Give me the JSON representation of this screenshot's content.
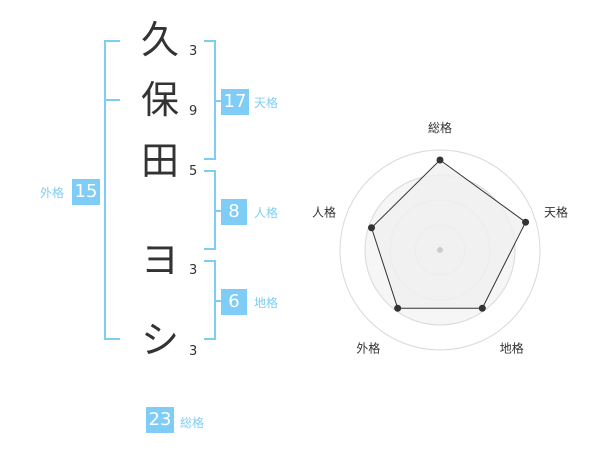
{
  "name_chars": [
    {
      "char": "久",
      "strokes": "3"
    },
    {
      "char": "保",
      "strokes": "9"
    },
    {
      "char": "田",
      "strokes": "5"
    },
    {
      "char": "ヨ",
      "strokes": "3"
    },
    {
      "char": "シ",
      "strokes": "3"
    }
  ],
  "fortunes": {
    "tenkaku": {
      "label": "天格",
      "value": "17"
    },
    "jinkaku": {
      "label": "人格",
      "value": "8"
    },
    "chikaku": {
      "label": "地格",
      "value": "6"
    },
    "gaikaku": {
      "label": "外格",
      "value": "15"
    },
    "soukaku": {
      "label": "総格",
      "value": "23"
    }
  },
  "colors": {
    "accent": "#7fcdf6",
    "text": "#333333",
    "radar_line": "#333333",
    "radar_fill": "#f0f0f0"
  },
  "chart_data": {
    "type": "radar",
    "axes": [
      "総格",
      "天格",
      "地格",
      "外格",
      "人格"
    ],
    "values": [
      5,
      5,
      4,
      4,
      4
    ],
    "range": [
      0,
      5
    ],
    "rings": 4,
    "grid": true
  }
}
